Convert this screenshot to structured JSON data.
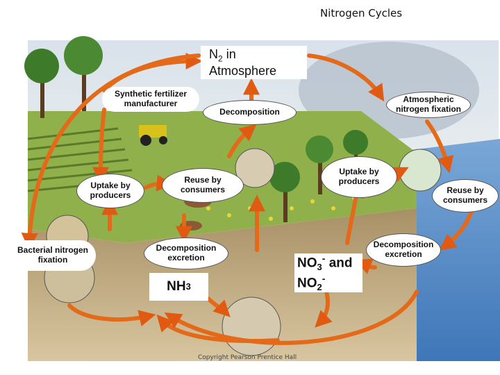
{
  "title": "Nitrogen Cycles",
  "nodes": {
    "n2_main": "N",
    "n2_sub": "2",
    "n2_rest": " in",
    "n2_line2": "Atmosphere",
    "synthetic": "Synthetic fertilizer manufacturer",
    "decomposition_top": "Decomposition",
    "atmospheric_fixation": "Atmospheric nitrogen fixation",
    "uptake_left": "Uptake by producers",
    "reuse_left": "Reuse by consumers",
    "uptake_right": "Uptake by producers",
    "reuse_right": "Reuse by consumers",
    "bacterial": "Bacterial nitrogen fixation",
    "decomp_excretion_left": "Decomposition excretion",
    "decomp_excretion_right": "Decomposition excretion",
    "nh3_main": "NH",
    "nh3_sub": "3",
    "no3_main": "NO",
    "no3_sub": "3",
    "no3_sup": "-",
    "no3_and": "and",
    "no2_main": "NO",
    "no2_sub": "2",
    "no2_sup": "-"
  },
  "copyright": "Copyright Pearson Prentice Hall",
  "colors": {
    "arrow": "#e46a1a",
    "sky": "#c9d7e6",
    "ocean": "#5a8fc8",
    "field": "#7fa23c",
    "soil": "#b8a07a"
  }
}
